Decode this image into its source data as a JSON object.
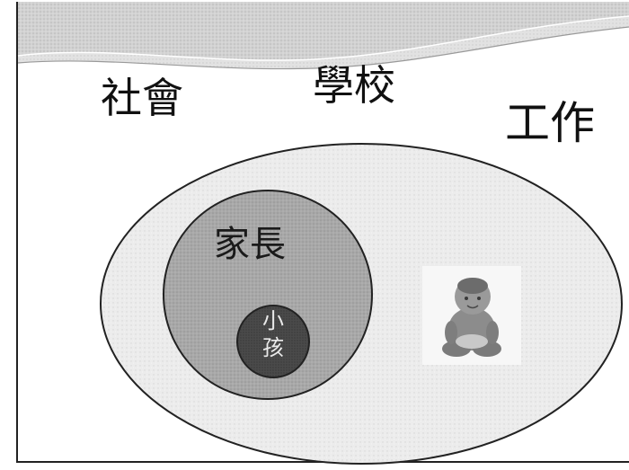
{
  "slide": {
    "labels": {
      "society": "社會",
      "school": "學校",
      "work": "工作",
      "parents": "家長",
      "child": "小孩"
    },
    "image": {
      "name": "baby-photo"
    },
    "colors": {
      "outer_circle": "#ebebeb",
      "middle_circle": "#a6a6a6",
      "inner_circle": "#444444",
      "header_band": "#c8c8c8"
    }
  }
}
